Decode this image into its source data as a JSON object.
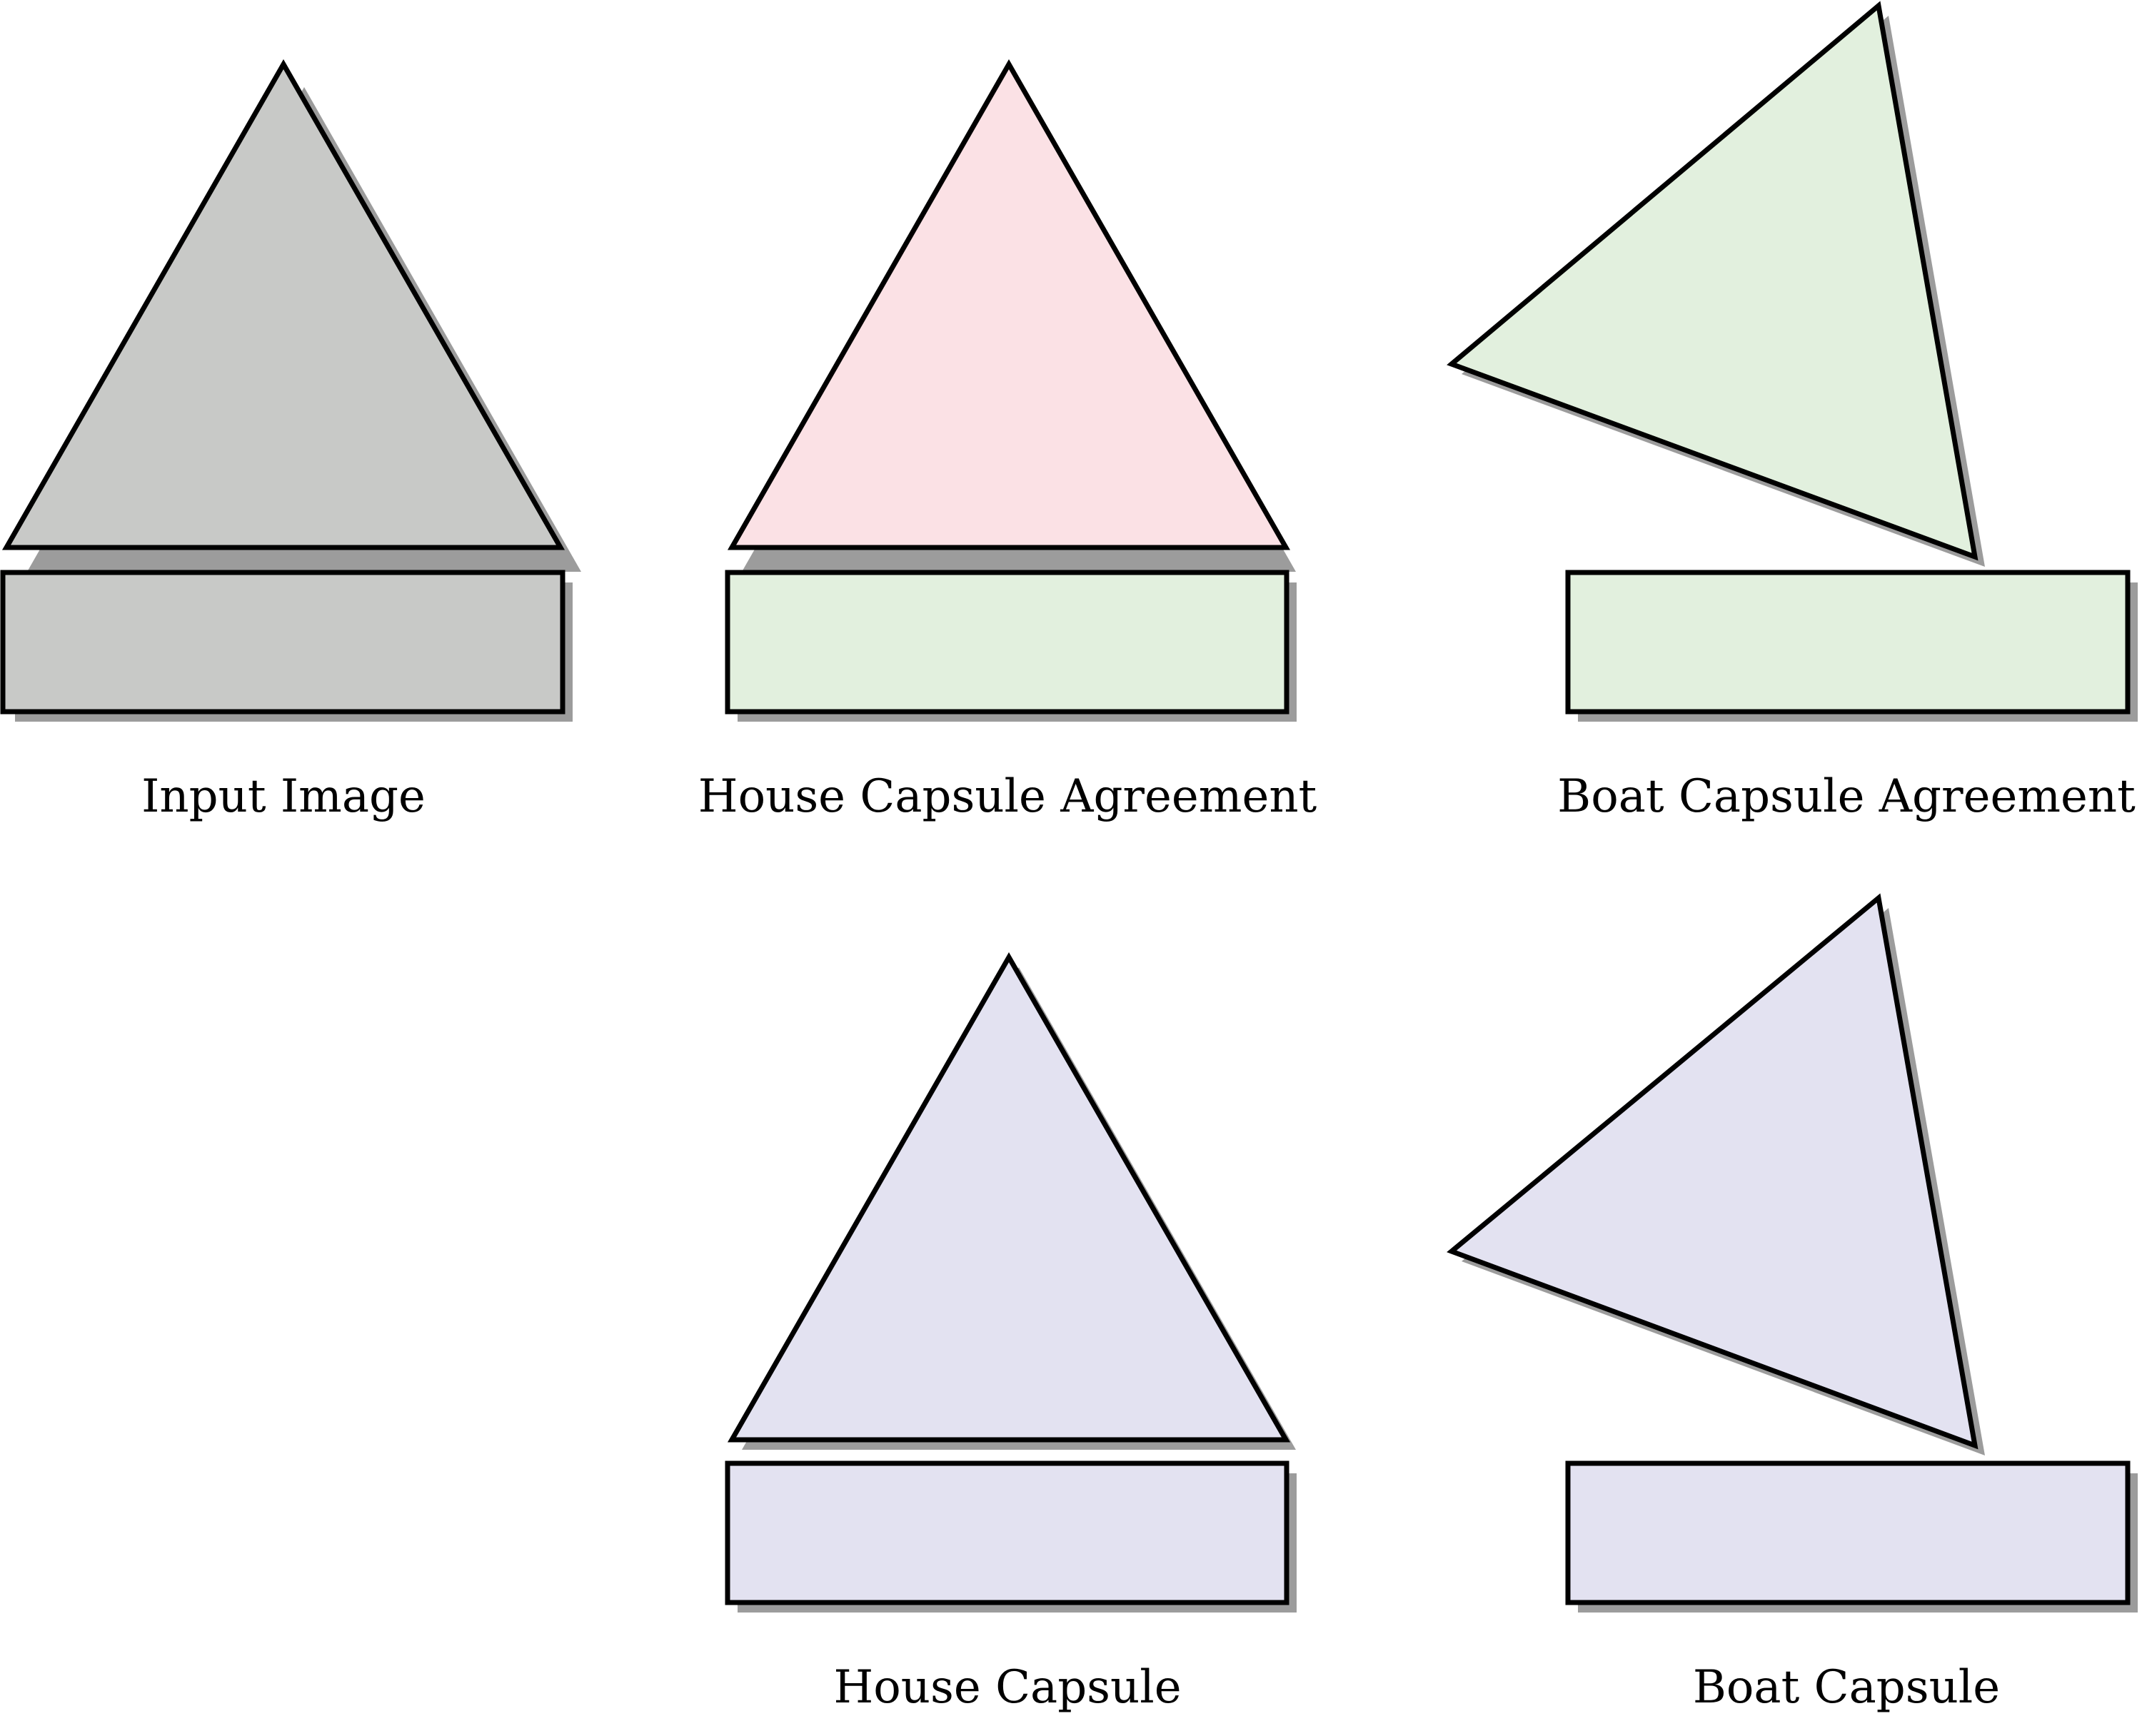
{
  "panels": [
    {
      "caption": "Input Image",
      "pose": "upright",
      "triangle_color": "#c8c9c7",
      "rect_color": "#c8c9c7"
    },
    {
      "caption": "House Capsule Agreement",
      "pose": "upright",
      "triangle_color": "#fbe1e5",
      "rect_color": "#e2f0de"
    },
    {
      "caption": "Boat Capsule Agreement",
      "pose": "rotated",
      "triangle_color": "#e2f0de",
      "rect_color": "#e2f0de"
    },
    {
      "caption": "House Capsule",
      "pose": "upright",
      "triangle_color": "#e3e2f1",
      "rect_color": "#e3e2f1"
    },
    {
      "caption": "Boat Capsule",
      "pose": "rotated",
      "triangle_color": "#e3e2f1",
      "rect_color": "#e3e2f1"
    }
  ]
}
